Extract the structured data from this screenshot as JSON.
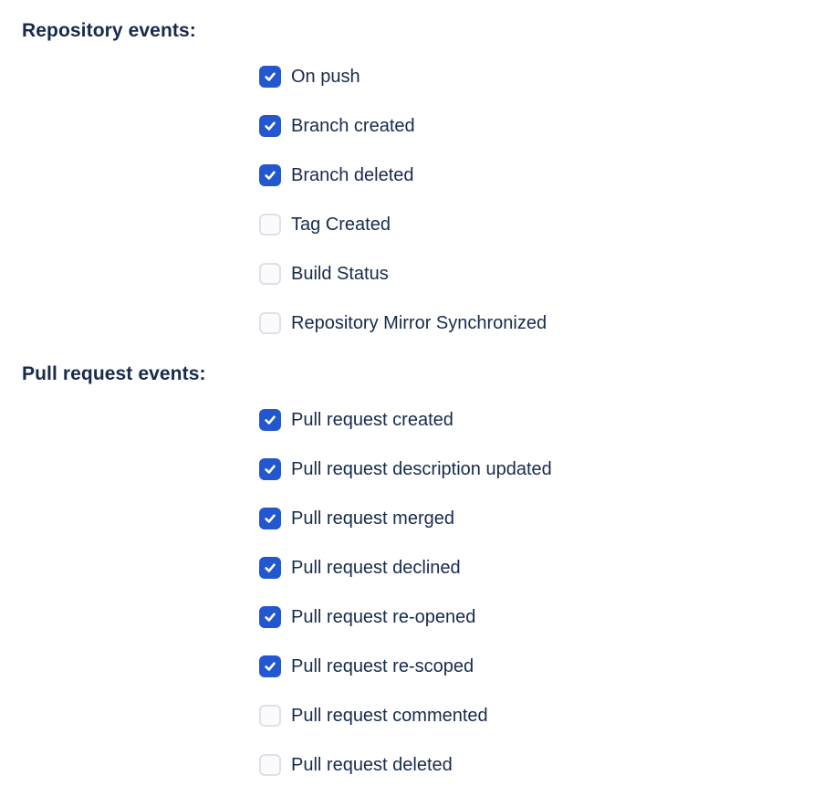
{
  "colors": {
    "accent": "#2357d0",
    "text": "#172b4d",
    "checkbox_unchecked_bg": "#fafbfc",
    "checkbox_unchecked_border": "#dfe1e6",
    "background": "#ffffff"
  },
  "icons": {
    "checkmark": "check-glyph"
  },
  "sections": [
    {
      "heading": "Repository events:",
      "items": [
        {
          "label": "On push",
          "checked": true
        },
        {
          "label": "Branch created",
          "checked": true
        },
        {
          "label": "Branch deleted",
          "checked": true
        },
        {
          "label": "Tag Created",
          "checked": false
        },
        {
          "label": "Build Status",
          "checked": false
        },
        {
          "label": "Repository Mirror Synchronized",
          "checked": false
        }
      ]
    },
    {
      "heading": "Pull request events:",
      "items": [
        {
          "label": "Pull request created",
          "checked": true
        },
        {
          "label": "Pull request description updated",
          "checked": true
        },
        {
          "label": "Pull request merged",
          "checked": true
        },
        {
          "label": "Pull request declined",
          "checked": true
        },
        {
          "label": "Pull request re-opened",
          "checked": true
        },
        {
          "label": "Pull request re-scoped",
          "checked": true
        },
        {
          "label": "Pull request commented",
          "checked": false
        },
        {
          "label": "Pull request deleted",
          "checked": false
        }
      ]
    }
  ]
}
